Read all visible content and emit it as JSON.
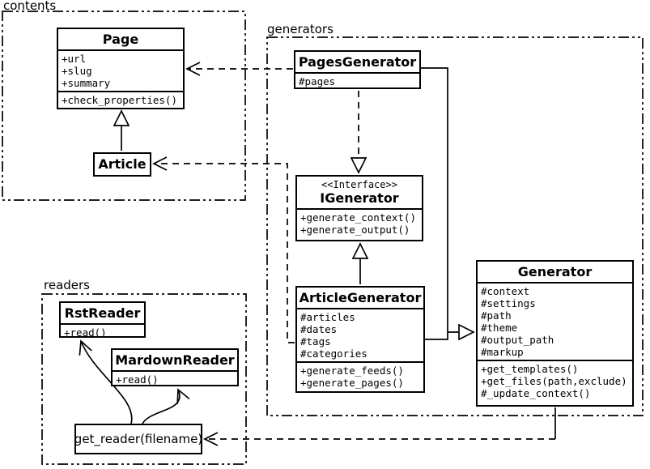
{
  "colors": {
    "line": "#000000",
    "background": "#ffffff"
  },
  "packages": {
    "contents": {
      "label": "contents"
    },
    "generators": {
      "label": "generators"
    },
    "readers": {
      "label": "readers"
    }
  },
  "classes": {
    "page": {
      "name": "Page",
      "attributes": [
        "+url",
        "+slug",
        "+summary"
      ],
      "methods": [
        "+check_properties()"
      ]
    },
    "article": {
      "name": "Article"
    },
    "pages_generator": {
      "name": "PagesGenerator",
      "attributes": [
        "#pages"
      ]
    },
    "igenerator": {
      "stereotype": "<<Interface>>",
      "name": "IGenerator",
      "methods": [
        "+generate_context()",
        "+generate_output()"
      ]
    },
    "article_generator": {
      "name": "ArticleGenerator",
      "attributes": [
        "#articles",
        "#dates",
        "#tags",
        "#categories"
      ],
      "methods": [
        "+generate_feeds()",
        "+generate_pages()"
      ]
    },
    "generator": {
      "name": "Generator",
      "attributes": [
        "#context",
        "#settings",
        "#path",
        "#theme",
        "#output_path",
        "#markup"
      ],
      "methods": [
        "+get_templates()",
        "+get_files(path,exclude)",
        "#_update_context()"
      ]
    },
    "rst_reader": {
      "name": "RstReader",
      "methods": [
        "+read()"
      ]
    },
    "mardown_reader": {
      "name": "MardownReader",
      "methods": [
        "+read()"
      ]
    },
    "get_reader": {
      "label": "get_reader(filename)"
    }
  },
  "relationships": [
    {
      "from": "Article",
      "to": "Page",
      "type": "generalization"
    },
    {
      "from": "PagesGenerator",
      "to": "Page",
      "type": "dependency"
    },
    {
      "from": "PagesGenerator",
      "to": "IGenerator",
      "type": "realization"
    },
    {
      "from": "ArticleGenerator",
      "to": "IGenerator",
      "type": "generalization"
    },
    {
      "from": "ArticleGenerator",
      "to": "Article",
      "type": "dependency"
    },
    {
      "from": "PagesGenerator",
      "to": "Generator",
      "type": "generalization"
    },
    {
      "from": "ArticleGenerator",
      "to": "Generator",
      "type": "generalization"
    },
    {
      "from": "Generator",
      "to": "get_reader(filename)",
      "type": "dependency"
    },
    {
      "from": "get_reader(filename)",
      "to": "RstReader",
      "type": "association"
    },
    {
      "from": "get_reader(filename)",
      "to": "MardownReader",
      "type": "association"
    }
  ]
}
